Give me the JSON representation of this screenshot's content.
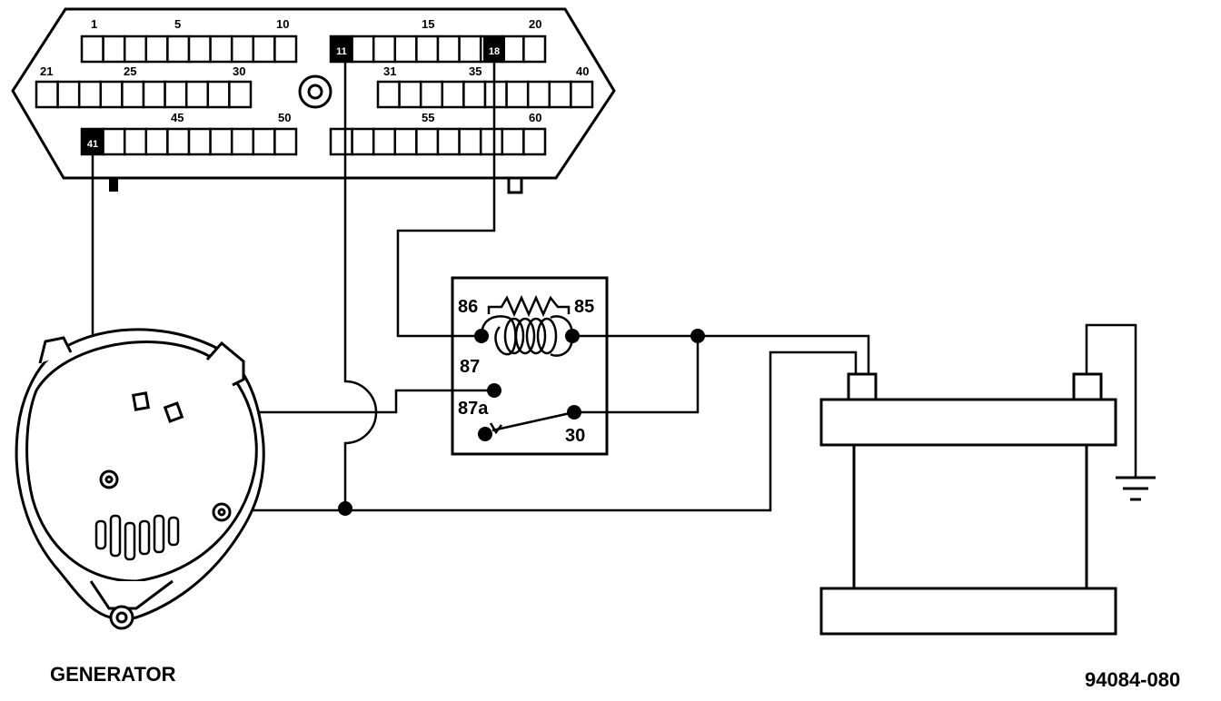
{
  "connector": {
    "pin_labels_row1": [
      "1",
      "5",
      "10",
      "15",
      "20"
    ],
    "pin_labels_row2": [
      "21",
      "25",
      "30",
      "31",
      "35",
      "40"
    ],
    "pin_labels_row3": [
      "45",
      "50",
      "55",
      "60"
    ],
    "highlighted_pins": [
      "11",
      "18",
      "41"
    ]
  },
  "relay": {
    "terminal_86": "86",
    "terminal_85": "85",
    "terminal_87": "87",
    "terminal_87a": "87a",
    "terminal_30": "30"
  },
  "generator_label": "GENERATOR",
  "figure_id": "94084-080"
}
